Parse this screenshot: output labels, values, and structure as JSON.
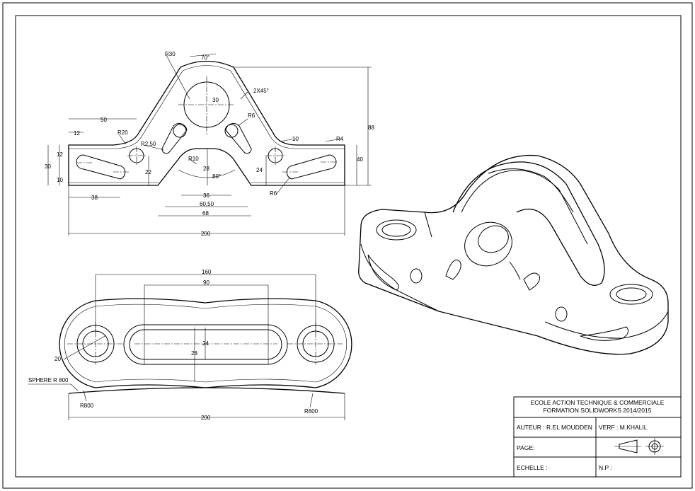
{
  "front_view": {
    "dims": {
      "r30": "R30",
      "a70": "70°",
      "d30": "30",
      "chamfer": "2X45°",
      "r6_top": "R6",
      "d10": "10",
      "r4": "R4",
      "d50": "50",
      "d12": "12",
      "r20": "R20",
      "r250": "R2,50",
      "r10": "R10",
      "d28": "28",
      "d24": "24",
      "d40": "40",
      "d88": "88",
      "d12_left": "12",
      "d30_left": "30",
      "d10_left": "10",
      "d22": "22",
      "a80": "80°",
      "r6_bot": "R6",
      "d38": "38",
      "d36": "36",
      "d6050": "60,50",
      "d68": "68",
      "d200": "200"
    }
  },
  "top_view": {
    "dims": {
      "d160": "160",
      "d90": "90",
      "d24": "24",
      "d28": "28",
      "d20": "20",
      "sphere": "SPHERE R 800",
      "r800_left": "R800",
      "r800_right": "R800",
      "d200": "200"
    }
  },
  "title_block": {
    "school": "ECOLE ACTION TECHNIQUE & COMMERCIALE",
    "formation": "FORMATION  SOLIDWORKS 2014/2015",
    "author": "AUTEUR :  R.EL MOUDDEN",
    "verifier": "VERF : M.KHALIL",
    "page": "PAGE:",
    "scale": "ECHELLE :",
    "np": "N.P :",
    "projection_symbol": "first-angle-projection-icon"
  }
}
